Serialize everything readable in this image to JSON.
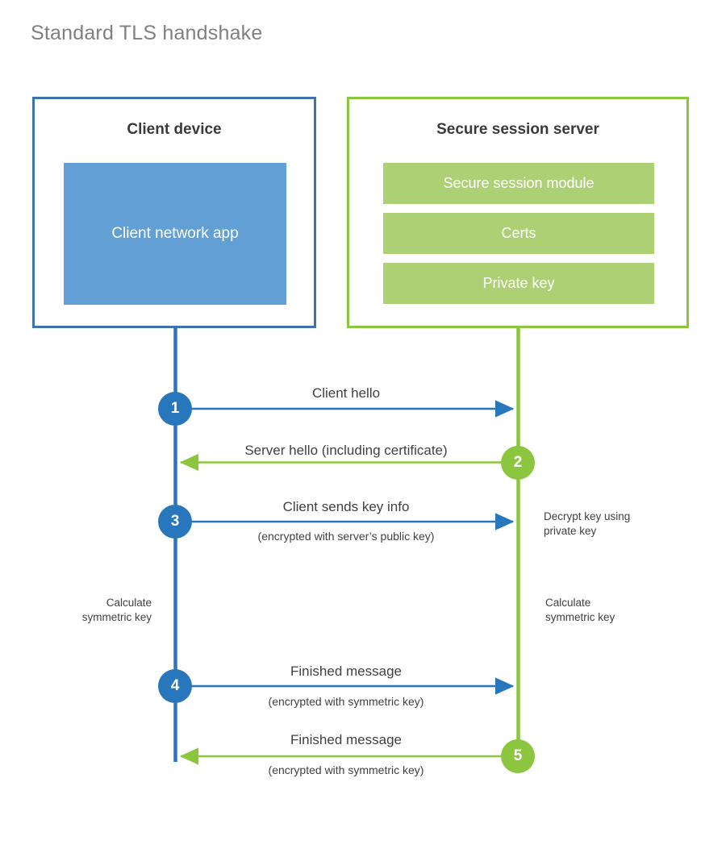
{
  "title": "Standard TLS handshake",
  "colors": {
    "client_border": "#3f72b3",
    "client_fill": "#629fd4",
    "client_accent": "#2877bc",
    "server_border": "#8cc63f",
    "server_fill": "#aed075",
    "server_accent": "#8cc63f",
    "text": "#404040",
    "title": "#808080",
    "background": "#ffffff"
  },
  "actors": {
    "client": {
      "title": "Client device",
      "app_label": "Client network app"
    },
    "server": {
      "title": "Secure session server",
      "modules": [
        {
          "label": "Secure session module"
        },
        {
          "label": "Certs"
        },
        {
          "label": "Private key"
        }
      ]
    }
  },
  "steps": [
    {
      "number": "1",
      "label": "Client hello",
      "sublabel": "",
      "direction": "client-to-server",
      "color": "blue"
    },
    {
      "number": "2",
      "label": "Server hello (including certificate)",
      "sublabel": "",
      "direction": "server-to-client",
      "color": "green"
    },
    {
      "number": "3",
      "label": "Client sends key info",
      "sublabel": "(encrypted with server’s public key)",
      "direction": "client-to-server",
      "color": "blue"
    },
    {
      "number": "4",
      "label": "Finished message",
      "sublabel": "(encrypted with symmetric key)",
      "direction": "client-to-server",
      "color": "blue"
    },
    {
      "number": "5",
      "label": "Finished message",
      "sublabel": "(encrypted with symmetric key)",
      "direction": "server-to-client",
      "color": "green"
    }
  ],
  "annotations": {
    "server_decrypt": "Decrypt key using\nprivate key",
    "client_calculate": "Calculate\nsymmetric key",
    "server_calculate": "Calculate\nsymmetric key"
  }
}
